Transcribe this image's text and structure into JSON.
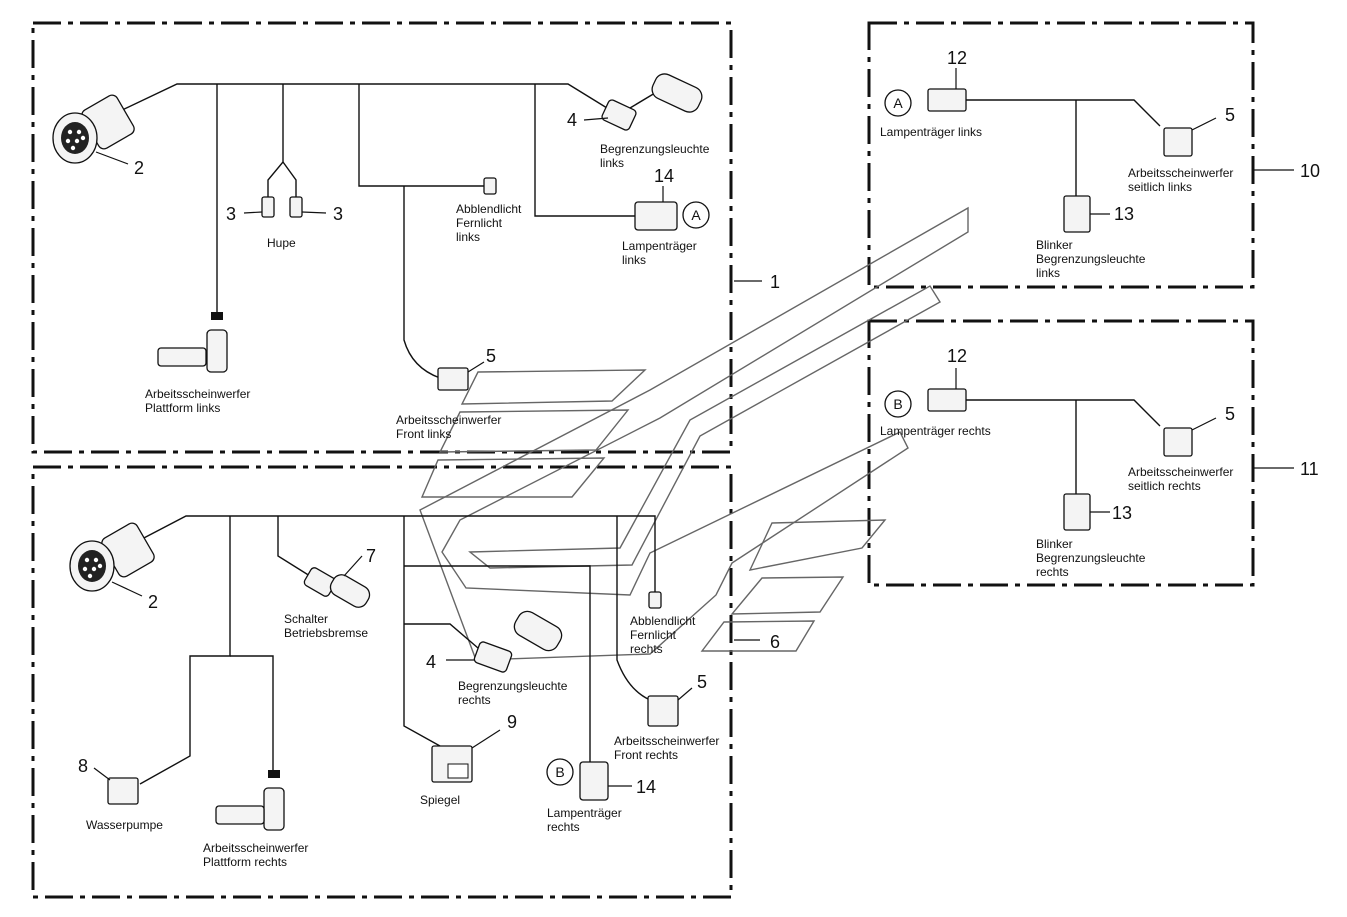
{
  "diagram": {
    "frames": {
      "main_upper": {
        "ref": "1"
      },
      "main_lower": {
        "ref": "6"
      },
      "right_upper": {
        "ref": "10"
      },
      "right_lower": {
        "ref": "11"
      }
    },
    "callouts": {
      "u_connector": "2",
      "u_horn_left": "3",
      "u_horn_right": "3",
      "u_marker": "4",
      "u_lamp_holder": "14",
      "u_work_front": "5",
      "l_connector": "2",
      "l_brake_switch": "7",
      "l_marker": "4",
      "l_pump": "8",
      "l_mirror": "9",
      "l_work_front": "5",
      "l_lamp_holder": "14",
      "r1_lamp_holder": "12",
      "r1_work_side": "5",
      "r1_blinker": "13",
      "r2_lamp_holder": "12",
      "r2_work_side": "5",
      "r2_blinker": "13"
    },
    "circle_refs": {
      "u_lamp_holder": "A",
      "l_lamp_holder": "B",
      "r1_lamp_holder": "A",
      "r2_lamp_holder": "B"
    },
    "labels": {
      "u_marker": [
        "Begrenzungsleuchte",
        "links"
      ],
      "u_low_beam": [
        "Abblendlicht",
        "Fernlicht",
        "links"
      ],
      "u_horn": [
        "Hupe"
      ],
      "u_lamp_holder": [
        "Lampenträger",
        "links"
      ],
      "u_work_platform": [
        "Arbeitsscheinwerfer",
        "Plattform links"
      ],
      "u_work_front": [
        "Arbeitsscheinwerfer",
        "Front links"
      ],
      "l_brake_switch": [
        "Schalter",
        "Betriebsbremse"
      ],
      "l_low_beam": [
        "Abblendlicht",
        "Fernlicht",
        "rechts"
      ],
      "l_marker": [
        "Begrenzungsleuchte",
        "rechts"
      ],
      "l_work_front": [
        "Arbeitsscheinwerfer",
        "Front rechts"
      ],
      "l_pump": [
        "Wasserpumpe"
      ],
      "l_mirror": [
        "Spiegel"
      ],
      "l_lamp_holder": [
        "Lampenträger",
        "rechts"
      ],
      "l_work_platform": [
        "Arbeitsscheinwerfer",
        "Plattform rechts"
      ],
      "r1_lamp_holder": [
        "Lampenträger links"
      ],
      "r1_work_side": [
        "Arbeitsscheinwerfer",
        "seitlich links"
      ],
      "r1_blinker": [
        "Blinker",
        "Begrenzungsleuchte",
        "links"
      ],
      "r2_lamp_holder": [
        "Lampenträger rechts"
      ],
      "r2_work_side": [
        "Arbeitsscheinwerfer",
        "seitlich rechts"
      ],
      "r2_blinker": [
        "Blinker",
        "Begrenzungsleuchte",
        "rechts"
      ]
    }
  }
}
